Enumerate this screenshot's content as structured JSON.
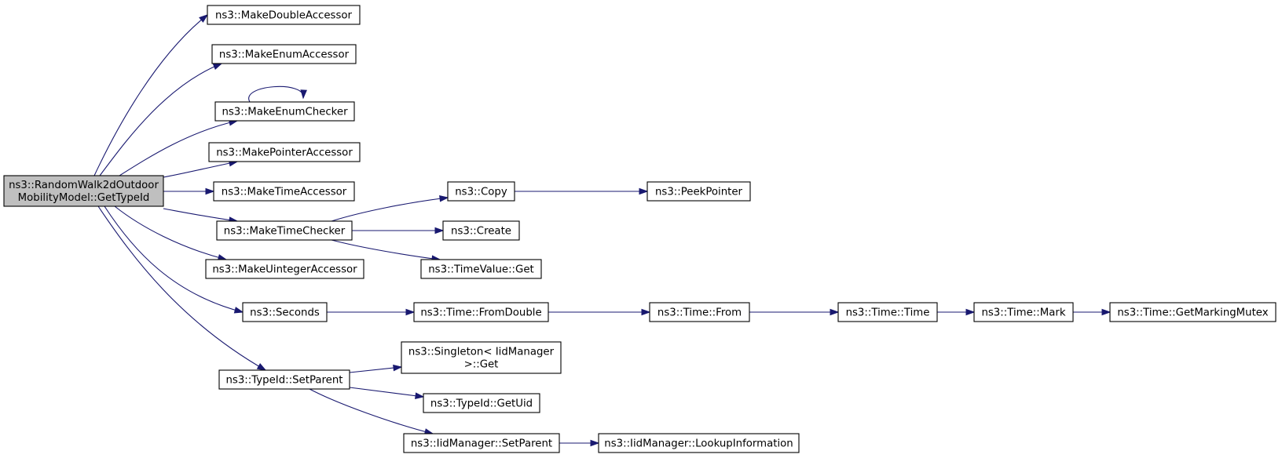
{
  "graph": {
    "root": {
      "id": "root",
      "lines": [
        "ns3::RandomWalk2dOutdoor",
        "MobilityModel::GetTypeId"
      ]
    },
    "nodes": [
      {
        "id": "n_double_acc",
        "lines": [
          "ns3::MakeDoubleAccessor"
        ]
      },
      {
        "id": "n_enum_acc",
        "lines": [
          "ns3::MakeEnumAccessor"
        ]
      },
      {
        "id": "n_enum_chk",
        "lines": [
          "ns3::MakeEnumChecker"
        ]
      },
      {
        "id": "n_ptr_acc",
        "lines": [
          "ns3::MakePointerAccessor"
        ]
      },
      {
        "id": "n_time_acc",
        "lines": [
          "ns3::MakeTimeAccessor"
        ]
      },
      {
        "id": "n_time_chk",
        "lines": [
          "ns3::MakeTimeChecker"
        ]
      },
      {
        "id": "n_uint_acc",
        "lines": [
          "ns3::MakeUintegerAccessor"
        ]
      },
      {
        "id": "n_seconds",
        "lines": [
          "ns3::Seconds"
        ]
      },
      {
        "id": "n_setparent",
        "lines": [
          "ns3::TypeId::SetParent"
        ]
      },
      {
        "id": "n_copy",
        "lines": [
          "ns3::Copy"
        ]
      },
      {
        "id": "n_peek",
        "lines": [
          "ns3::PeekPointer"
        ]
      },
      {
        "id": "n_create",
        "lines": [
          "ns3::Create"
        ]
      },
      {
        "id": "n_tv_get",
        "lines": [
          "ns3::TimeValue::Get"
        ]
      },
      {
        "id": "n_fromdouble",
        "lines": [
          "ns3::Time::FromDouble"
        ]
      },
      {
        "id": "n_from",
        "lines": [
          "ns3::Time::From"
        ]
      },
      {
        "id": "n_time",
        "lines": [
          "ns3::Time::Time"
        ]
      },
      {
        "id": "n_mark",
        "lines": [
          "ns3::Time::Mark"
        ]
      },
      {
        "id": "n_mutex",
        "lines": [
          "ns3::Time::GetMarkingMutex"
        ]
      },
      {
        "id": "n_singleton",
        "lines": [
          "ns3::Singleton< IidManager",
          ">::Get"
        ]
      },
      {
        "id": "n_getuid",
        "lines": [
          "ns3::TypeId::GetUid"
        ]
      },
      {
        "id": "n_iid_setparent",
        "lines": [
          "ns3::IidManager::SetParent"
        ]
      },
      {
        "id": "n_lookup",
        "lines": [
          "ns3::IidManager::LookupInformation"
        ]
      }
    ],
    "edges": [
      [
        "root",
        "n_double_acc"
      ],
      [
        "root",
        "n_enum_acc"
      ],
      [
        "root",
        "n_enum_chk"
      ],
      [
        "n_enum_chk",
        "n_enum_chk"
      ],
      [
        "root",
        "n_ptr_acc"
      ],
      [
        "root",
        "n_time_acc"
      ],
      [
        "root",
        "n_time_chk"
      ],
      [
        "root",
        "n_uint_acc"
      ],
      [
        "root",
        "n_seconds"
      ],
      [
        "root",
        "n_setparent"
      ],
      [
        "n_time_chk",
        "n_copy"
      ],
      [
        "n_copy",
        "n_peek"
      ],
      [
        "n_time_chk",
        "n_create"
      ],
      [
        "n_time_chk",
        "n_tv_get"
      ],
      [
        "n_seconds",
        "n_fromdouble"
      ],
      [
        "n_fromdouble",
        "n_from"
      ],
      [
        "n_from",
        "n_time"
      ],
      [
        "n_time",
        "n_mark"
      ],
      [
        "n_mark",
        "n_mutex"
      ],
      [
        "n_setparent",
        "n_singleton"
      ],
      [
        "n_setparent",
        "n_getuid"
      ],
      [
        "n_setparent",
        "n_iid_setparent"
      ],
      [
        "n_iid_setparent",
        "n_lookup"
      ]
    ]
  }
}
